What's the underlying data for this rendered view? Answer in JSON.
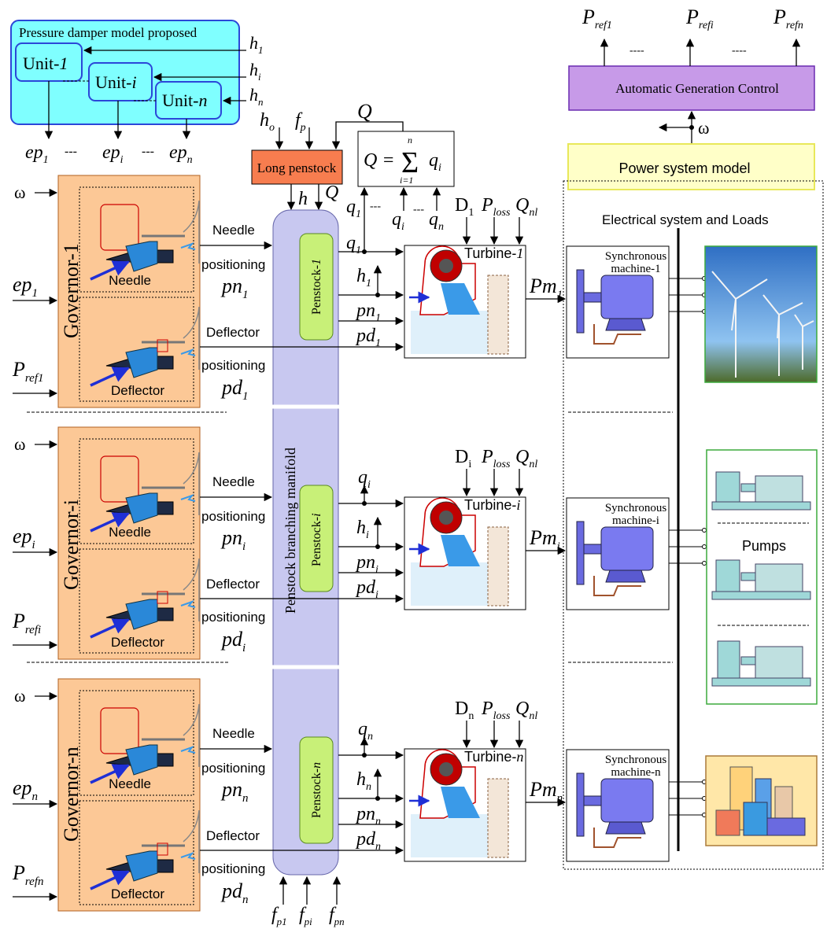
{
  "colors": {
    "damper_bg": "#7fffff",
    "governor_bg": "#fcc896",
    "manifold": "#c8c8f0",
    "penstock_unit": "#c8f078",
    "long_penstock": "#f77d4f",
    "agc": "#c79ae8",
    "power_model": "#ffffc8",
    "needle_blue": "#1f2fd6",
    "turbine_red": "#c00000"
  },
  "damper": {
    "title": "Pressure damper model proposed",
    "unit1": "Unit-",
    "unit1_i": "1",
    "uniti": "Unit-",
    "uniti_i": "i",
    "unitn": "Unit-",
    "unitn_i": "n",
    "dash": "---",
    "h1": "h",
    "h1_sub": "1",
    "hi": "h",
    "hi_sub": "i",
    "hn": "h",
    "hn_sub": "n",
    "ep1": "ep",
    "ep1_sub": "1",
    "epi": "ep",
    "epi_sub": "i",
    "epn": "ep",
    "epn_sub": "n"
  },
  "long_penstock": {
    "label": "Long penstock",
    "ho": "h",
    "ho_sub": "o",
    "fp": "f",
    "fp_sub": "p",
    "Q": "Q",
    "h": "h"
  },
  "sum_formula": {
    "lhs": "Q = ",
    "sigma": "Σ",
    "upper": "n",
    "lower": "i=1",
    "term": "q",
    "term_sub": "i"
  },
  "flows": {
    "q1": "q",
    "q1_sub": "1",
    "qi": "q",
    "qi_sub": "i",
    "qn": "q",
    "qn_sub": "n",
    "dash": "---"
  },
  "agc": {
    "label": "Automatic Generation Control",
    "pref1": "P",
    "pref1_sub": "ref1",
    "prefi": "P",
    "prefi_sub": "refi",
    "prefn": "P",
    "prefn_sub": "refn",
    "dash": "----",
    "omega": "ω"
  },
  "power_model": {
    "label": "Power system model"
  },
  "electrical": {
    "label": "Electrical system and Loads",
    "pumps": "Pumps"
  },
  "manifold": {
    "label": "Penstock branching manifold"
  },
  "units": [
    {
      "governor": "Governor-1",
      "omega": "ω",
      "ep": "ep",
      "ep_sub": "1",
      "pref": "P",
      "pref_sub": "ref1",
      "needle": "Needle",
      "deflector": "Deflector",
      "needle_line": "Needle",
      "positioning": "positioning",
      "pn": "pn",
      "pn_sub": "1",
      "deflector_line": "Deflector",
      "pd": "pd",
      "pd_sub": "1",
      "penstock": "Penstock-",
      "penstock_i": "1",
      "q": "q",
      "q_sub": "1",
      "h": "h",
      "h_sub": "1",
      "D": "D",
      "D_sub": "1",
      "Ploss": "P",
      "Ploss_sub": "loss",
      "Qnl": "Q",
      "Qnl_sub": "nl",
      "turbine": "Turbine-",
      "turbine_i": "1",
      "pm": "Pm",
      "pm_sub": "1",
      "sync1": "Synchronous",
      "sync2": "machine-1"
    },
    {
      "governor": "Governor-i",
      "omega": "ω",
      "ep": "ep",
      "ep_sub": "i",
      "pref": "P",
      "pref_sub": "refi",
      "needle": "Needle",
      "deflector": "Deflector",
      "needle_line": "Needle",
      "positioning": "positioning",
      "pn": "pn",
      "pn_sub": "i",
      "deflector_line": "Deflector",
      "pd": "pd",
      "pd_sub": "i",
      "penstock": "Penstock-",
      "penstock_i": "i",
      "q": "q",
      "q_sub": "i",
      "h": "h",
      "h_sub": "i",
      "D": "D",
      "D_sub": "i",
      "Ploss": "P",
      "Ploss_sub": "loss",
      "Qnl": "Q",
      "Qnl_sub": "nl",
      "turbine": "Turbine-",
      "turbine_i": "i",
      "pm": "Pm",
      "pm_sub": "i",
      "sync1": "Synchronous",
      "sync2": "machine-i"
    },
    {
      "governor": "Governor-n",
      "omega": "ω",
      "ep": "ep",
      "ep_sub": "n",
      "pref": "P",
      "pref_sub": "refn",
      "needle": "Needle",
      "deflector": "Deflector",
      "needle_line": "Needle",
      "positioning": "positioning",
      "pn": "pn",
      "pn_sub": "n",
      "deflector_line": "Deflector",
      "pd": "pd",
      "pd_sub": "n",
      "penstock": "Penstock-",
      "penstock_i": "n",
      "q": "q",
      "q_sub": "n",
      "h": "h",
      "h_sub": "n",
      "D": "D",
      "D_sub": "n",
      "Ploss": "P",
      "Ploss_sub": "loss",
      "Qnl": "Q",
      "Qnl_sub": "nl",
      "turbine": "Turbine-",
      "turbine_i": "n",
      "pm": "Pm",
      "pm_sub": "n",
      "sync1": "Synchronous",
      "sync2": "machine-n"
    }
  ],
  "bottom": {
    "fp1": "f",
    "fp1_sub": "p1",
    "fpi": "f",
    "fpi_sub": "pi",
    "fpn": "f",
    "fpn_sub": "pn"
  }
}
